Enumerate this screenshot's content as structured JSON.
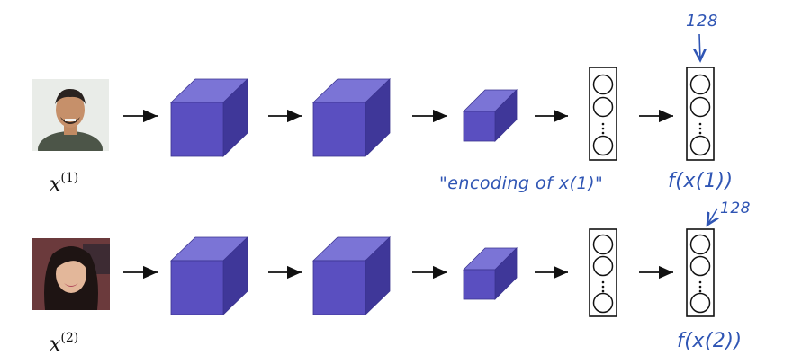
{
  "rows": [
    {
      "input_label": {
        "base": "x",
        "sup": "(1)"
      },
      "photo": "face-photo-man",
      "annotation_top": "128",
      "annotation_mid": "\"encoding of x(1)\"",
      "output_label": "f(x(1))"
    },
    {
      "input_label": {
        "base": "x",
        "sup": "(2)"
      },
      "photo": "face-photo-woman",
      "annotation_top": "128",
      "annotation_mid": "",
      "output_label": "f(x(2))"
    }
  ],
  "colors": {
    "cube_front": "#5a4fc0",
    "cube_top": "#7b74d6",
    "cube_side": "#3f3799",
    "handwriting": "#2f55b4"
  }
}
